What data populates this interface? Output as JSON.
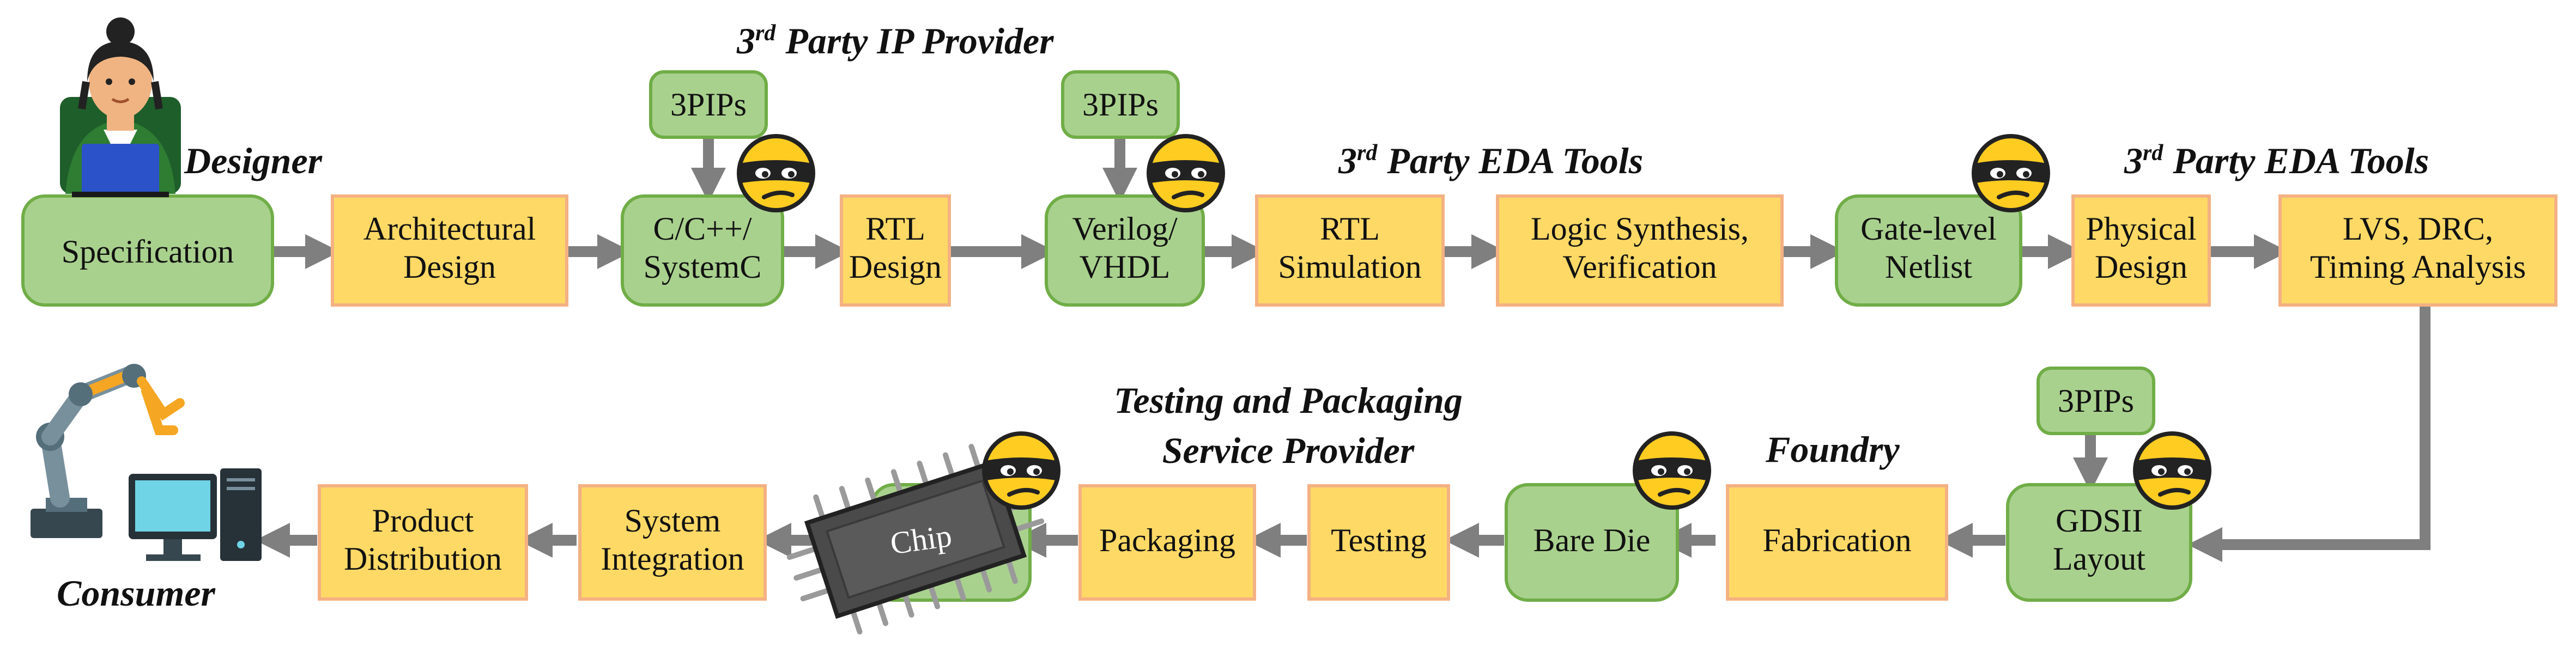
{
  "colors": {
    "green_fill": "#a9d18e",
    "green_stroke": "#70ad47",
    "yellow_fill": "#ffd966",
    "yellow_stroke": "#f4b183",
    "arrow": "#7f7f7f",
    "emoji_face": "#ffcc22",
    "emoji_mask": "#222222"
  },
  "roles": {
    "designer": "Designer",
    "ip_provider_sup": "rd",
    "ip_provider_num": "3",
    "ip_provider_rest": "Party IP Provider",
    "eda1_num": "3",
    "eda1_sup": "rd",
    "eda1_rest": "Party EDA Tools",
    "eda2_num": "3",
    "eda2_sup": "rd",
    "eda2_rest": "Party EDA Tools",
    "tp_line1": "Testing and Packaging",
    "tp_line2": "Service Provider",
    "foundry": "Foundry",
    "consumer": "Consumer"
  },
  "boxes": {
    "specification": [
      "Specification"
    ],
    "architectural": [
      "Architectural",
      "Design"
    ],
    "c_cpp": [
      "C/C++/",
      "SystemC"
    ],
    "rtl_design": [
      "RTL",
      "Design"
    ],
    "verilog": [
      "Verilog/",
      "VHDL"
    ],
    "rtl_sim": [
      "RTL",
      "Simulation"
    ],
    "logic_synth": [
      "Logic Synthesis,",
      "Verification"
    ],
    "gate_level": [
      "Gate-level",
      "Netlist"
    ],
    "physical": [
      "Physical",
      "Design"
    ],
    "lvs": [
      "LVS, DRC,",
      "Timing Analysis"
    ],
    "gdsii": [
      "GDSII",
      "Layout"
    ],
    "fabrication": [
      "Fabrication"
    ],
    "bare_die": [
      "Bare Die"
    ],
    "testing": [
      "Testing"
    ],
    "packaging": [
      "Packaging"
    ],
    "chip": [
      "Chip"
    ],
    "system_int": [
      "System",
      "Integration"
    ],
    "product_dist": [
      "Product",
      "Distribution"
    ],
    "pip_1": [
      "3PIPs"
    ],
    "pip_2": [
      "3PIPs"
    ],
    "pip_3": [
      "3PIPs"
    ]
  },
  "icons": [
    "designer-icon",
    "robot-arm-icon",
    "computer-icon",
    "chip-icon",
    "masked-face-icon"
  ]
}
